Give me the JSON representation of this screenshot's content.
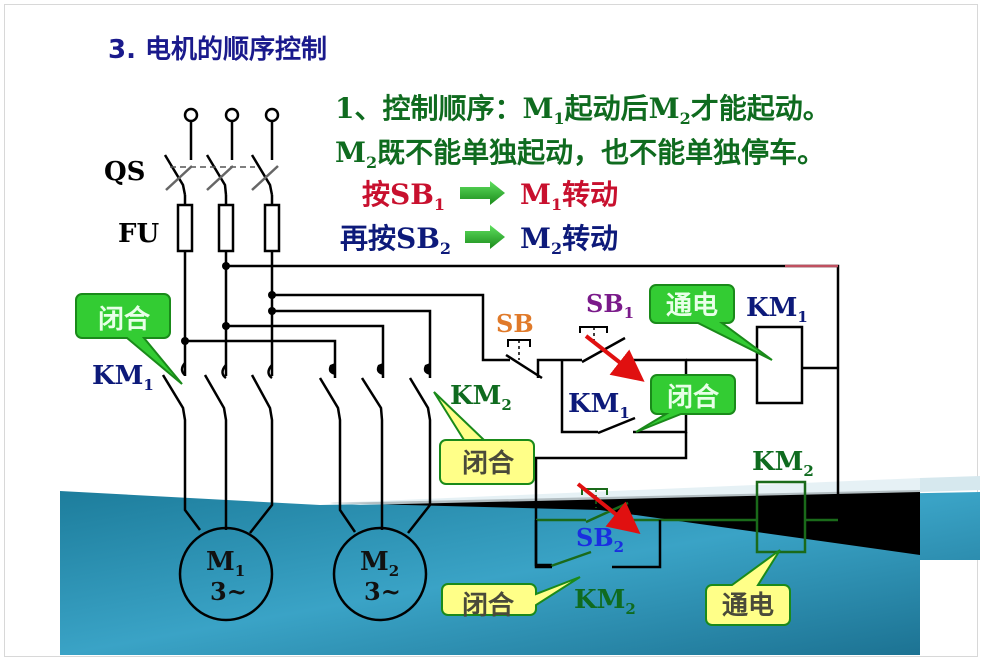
{
  "slide": {
    "title": "3. 电机的顺序控制"
  },
  "description": {
    "line1": {
      "prefix": "1、控制顺序：M",
      "sub1": "1",
      "mid": "起动后M",
      "sub2": "2",
      "suffix": "才能起动。"
    },
    "line2": {
      "prefix": "M",
      "sub": "2",
      "suffix": "既不能单独起动，也不能单独停车。"
    },
    "step1": {
      "action": "按SB",
      "action_sub": "1",
      "result": "M",
      "result_sub": "1",
      "result_suffix": "转动"
    },
    "step2": {
      "action": "再按SB",
      "action_sub": "2",
      "result": "M",
      "result_sub": "2",
      "result_suffix": "转动"
    }
  },
  "labels": {
    "qs": "QS",
    "fu": "FU",
    "km": "KM",
    "sb": "SB",
    "sub1": "1",
    "sub2": "2",
    "motor1": {
      "name": "M",
      "sub": "1",
      "phase": "3~"
    },
    "motor2": {
      "name": "M",
      "sub": "2",
      "phase": "3~"
    }
  },
  "callouts": {
    "km1_main_closed": "闭合",
    "km2_main_closed": "闭合",
    "km1_coil_energized": "通电",
    "km1_aux_closed": "闭合",
    "km2_aux_closed": "闭合",
    "km2_coil_energized": "通电"
  },
  "colors": {
    "title_blue": "#1a1a8c",
    "text_green": "#0f6b1f",
    "text_red": "#c8102e",
    "text_navy": "#0d1a7a",
    "sb_orange": "#e07a2a",
    "sb1_purple": "#7a1a8a",
    "sb2_blue": "#1a2ee0",
    "callout_green": "#33cc33",
    "callout_yellow": "#ffff88",
    "background_teal": "#2a8fb0"
  }
}
